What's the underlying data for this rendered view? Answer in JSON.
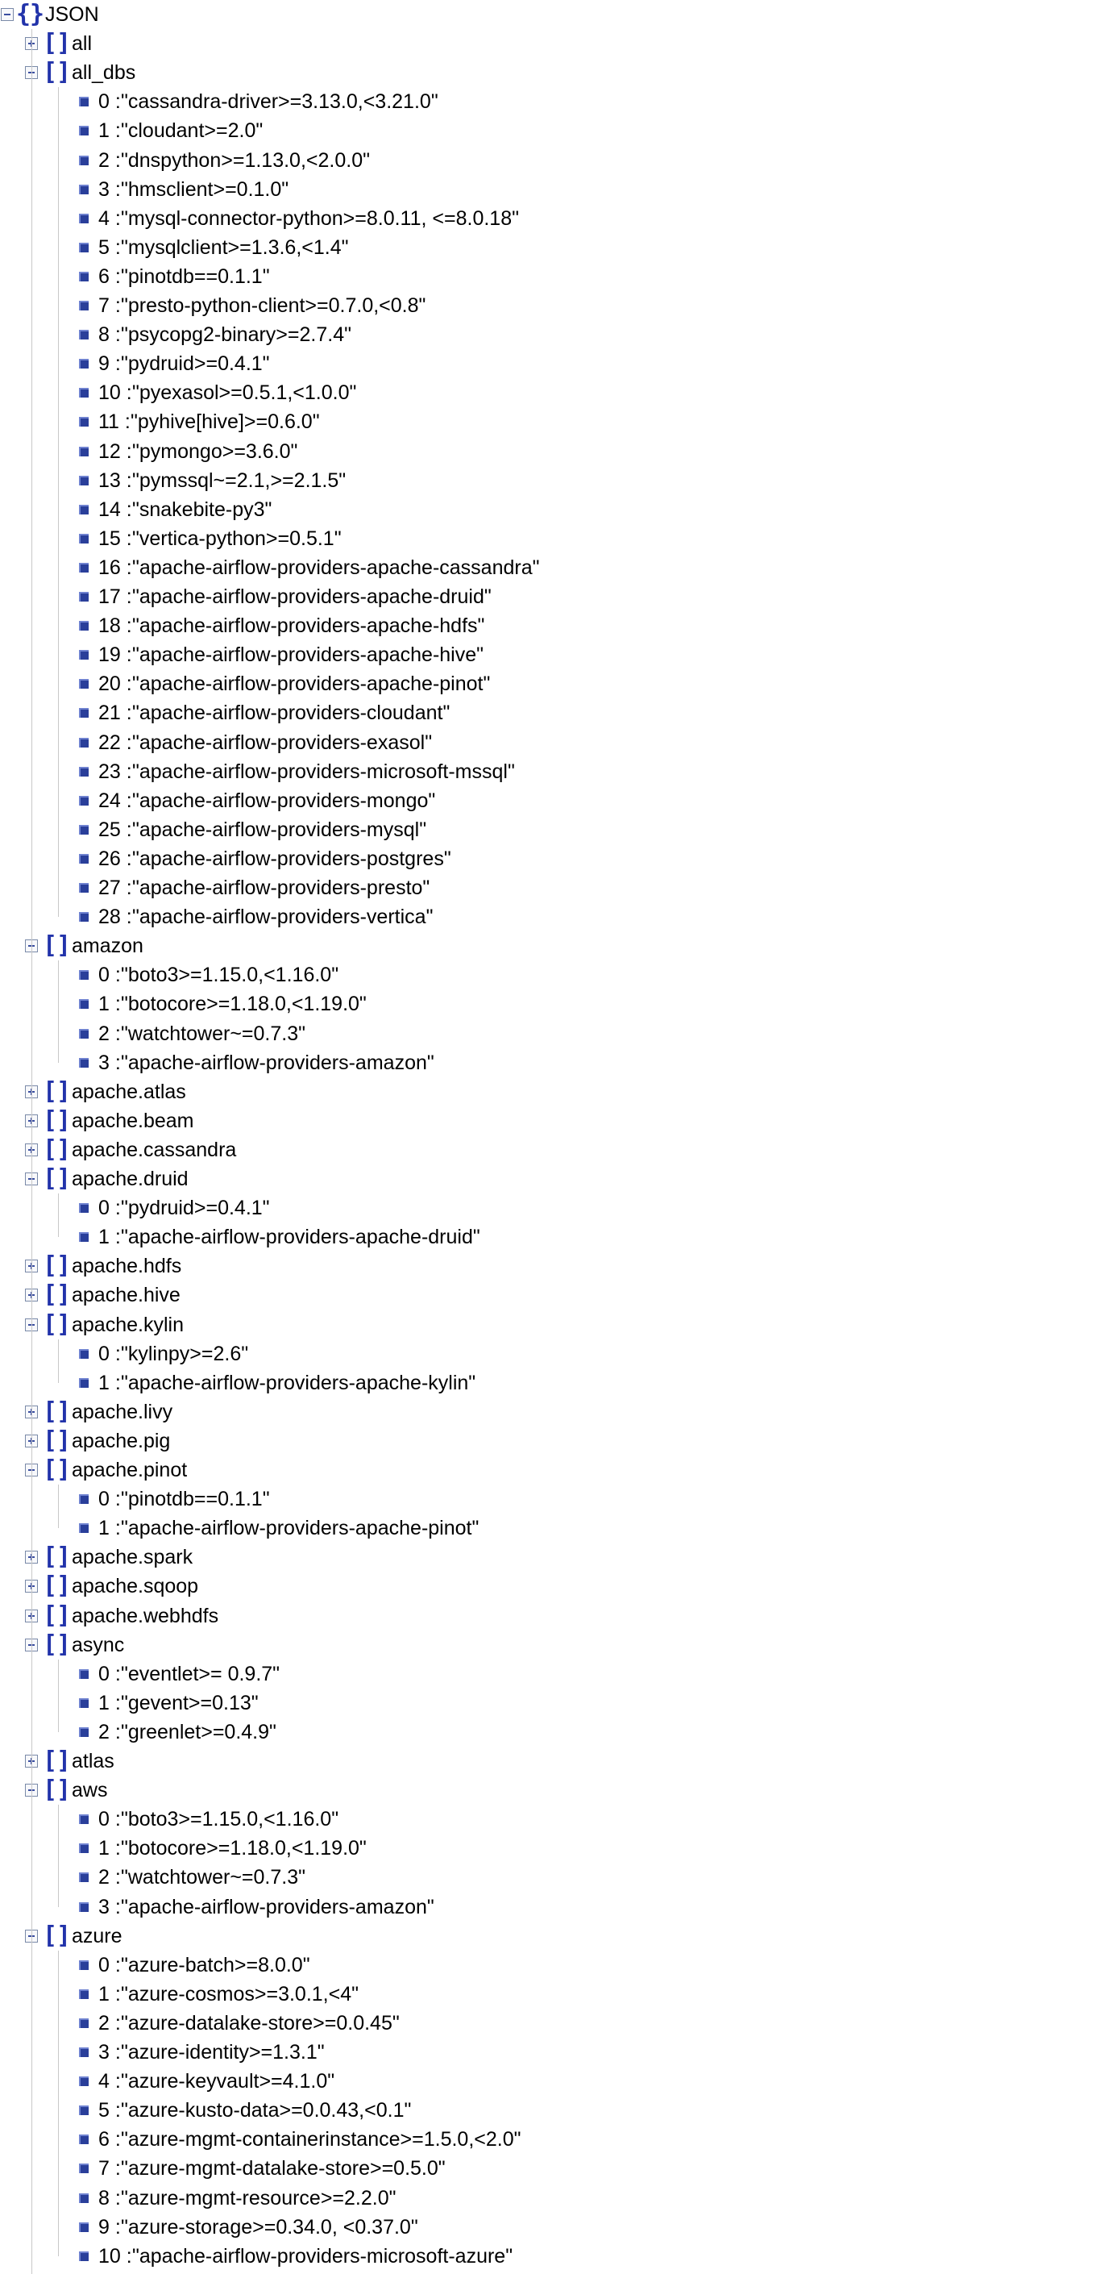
{
  "colors": {
    "toggle_border": "#7a8aa8",
    "bracket": "#2233aa",
    "leaf": "#2a3f9a",
    "guide": "#c8c8c8"
  },
  "root": {
    "label": "JSON",
    "icon": "object-braces-icon"
  },
  "nodes": [
    {
      "key": "all",
      "expanded": false,
      "items": []
    },
    {
      "key": "all_dbs",
      "expanded": true,
      "items": [
        "\"cassandra-driver>=3.13.0,<3.21.0\"",
        "\"cloudant>=2.0\"",
        "\"dnspython>=1.13.0,<2.0.0\"",
        "\"hmsclient>=0.1.0\"",
        "\"mysql-connector-python>=8.0.11, <=8.0.18\"",
        "\"mysqlclient>=1.3.6,<1.4\"",
        "\"pinotdb==0.1.1\"",
        "\"presto-python-client>=0.7.0,<0.8\"",
        "\"psycopg2-binary>=2.7.4\"",
        "\"pydruid>=0.4.1\"",
        "\"pyexasol>=0.5.1,<1.0.0\"",
        "\"pyhive[hive]>=0.6.0\"",
        "\"pymongo>=3.6.0\"",
        "\"pymssql~=2.1,>=2.1.5\"",
        "\"snakebite-py3\"",
        "\"vertica-python>=0.5.1\"",
        "\"apache-airflow-providers-apache-cassandra\"",
        "\"apache-airflow-providers-apache-druid\"",
        "\"apache-airflow-providers-apache-hdfs\"",
        "\"apache-airflow-providers-apache-hive\"",
        "\"apache-airflow-providers-apache-pinot\"",
        "\"apache-airflow-providers-cloudant\"",
        "\"apache-airflow-providers-exasol\"",
        "\"apache-airflow-providers-microsoft-mssql\"",
        "\"apache-airflow-providers-mongo\"",
        "\"apache-airflow-providers-mysql\"",
        "\"apache-airflow-providers-postgres\"",
        "\"apache-airflow-providers-presto\"",
        "\"apache-airflow-providers-vertica\""
      ]
    },
    {
      "key": "amazon",
      "expanded": true,
      "items": [
        "\"boto3>=1.15.0,<1.16.0\"",
        "\"botocore>=1.18.0,<1.19.0\"",
        "\"watchtower~=0.7.3\"",
        "\"apache-airflow-providers-amazon\""
      ]
    },
    {
      "key": "apache.atlas",
      "expanded": false,
      "items": []
    },
    {
      "key": "apache.beam",
      "expanded": false,
      "items": []
    },
    {
      "key": "apache.cassandra",
      "expanded": false,
      "items": []
    },
    {
      "key": "apache.druid",
      "expanded": true,
      "items": [
        "\"pydruid>=0.4.1\"",
        "\"apache-airflow-providers-apache-druid\""
      ]
    },
    {
      "key": "apache.hdfs",
      "expanded": false,
      "items": []
    },
    {
      "key": "apache.hive",
      "expanded": false,
      "items": []
    },
    {
      "key": "apache.kylin",
      "expanded": true,
      "items": [
        "\"kylinpy>=2.6\"",
        "\"apache-airflow-providers-apache-kylin\""
      ]
    },
    {
      "key": "apache.livy",
      "expanded": false,
      "items": []
    },
    {
      "key": "apache.pig",
      "expanded": false,
      "items": []
    },
    {
      "key": "apache.pinot",
      "expanded": true,
      "items": [
        "\"pinotdb==0.1.1\"",
        "\"apache-airflow-providers-apache-pinot\""
      ]
    },
    {
      "key": "apache.spark",
      "expanded": false,
      "items": []
    },
    {
      "key": "apache.sqoop",
      "expanded": false,
      "items": []
    },
    {
      "key": "apache.webhdfs",
      "expanded": false,
      "items": []
    },
    {
      "key": "async",
      "expanded": true,
      "items": [
        "\"eventlet>= 0.9.7\"",
        "\"gevent>=0.13\"",
        "\"greenlet>=0.4.9\""
      ]
    },
    {
      "key": "atlas",
      "expanded": false,
      "items": []
    },
    {
      "key": "aws",
      "expanded": true,
      "items": [
        "\"boto3>=1.15.0,<1.16.0\"",
        "\"botocore>=1.18.0,<1.19.0\"",
        "\"watchtower~=0.7.3\"",
        "\"apache-airflow-providers-amazon\""
      ]
    },
    {
      "key": "azure",
      "expanded": true,
      "items": [
        "\"azure-batch>=8.0.0\"",
        "\"azure-cosmos>=3.0.1,<4\"",
        "\"azure-datalake-store>=0.0.45\"",
        "\"azure-identity>=1.3.1\"",
        "\"azure-keyvault>=4.1.0\"",
        "\"azure-kusto-data>=0.0.43,<0.1\"",
        "\"azure-mgmt-containerinstance>=1.5.0,<2.0\"",
        "\"azure-mgmt-datalake-store>=0.5.0\"",
        "\"azure-mgmt-resource>=2.2.0\"",
        "\"azure-storage>=0.34.0, <0.37.0\"",
        "\"apache-airflow-providers-microsoft-azure\""
      ]
    }
  ]
}
